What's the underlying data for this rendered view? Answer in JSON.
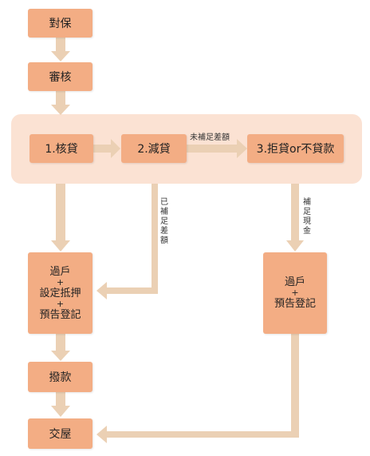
{
  "nodes": {
    "duibao": "對保",
    "shenhe": "審核",
    "hedai": "1.核貸",
    "jiandai": "2.減貸",
    "judai": "3.拒貸or不貸款",
    "guohu_left": {
      "line1": "過戶",
      "plus1": "+",
      "line2": "設定抵押",
      "plus2": "+",
      "line3": "預告登記"
    },
    "guohu_right": {
      "line1": "過戶",
      "plus1": "+",
      "line2": "預告登記"
    },
    "bokuan": "撥款",
    "jiaowu": "交屋"
  },
  "labels": {
    "not_filled": "未補足差額",
    "filled": "已補足差額",
    "cash": "補足現金"
  },
  "colors": {
    "box": "#f3ad84",
    "arrow": "#ebd0b4",
    "panel": "#fbe2d3"
  }
}
